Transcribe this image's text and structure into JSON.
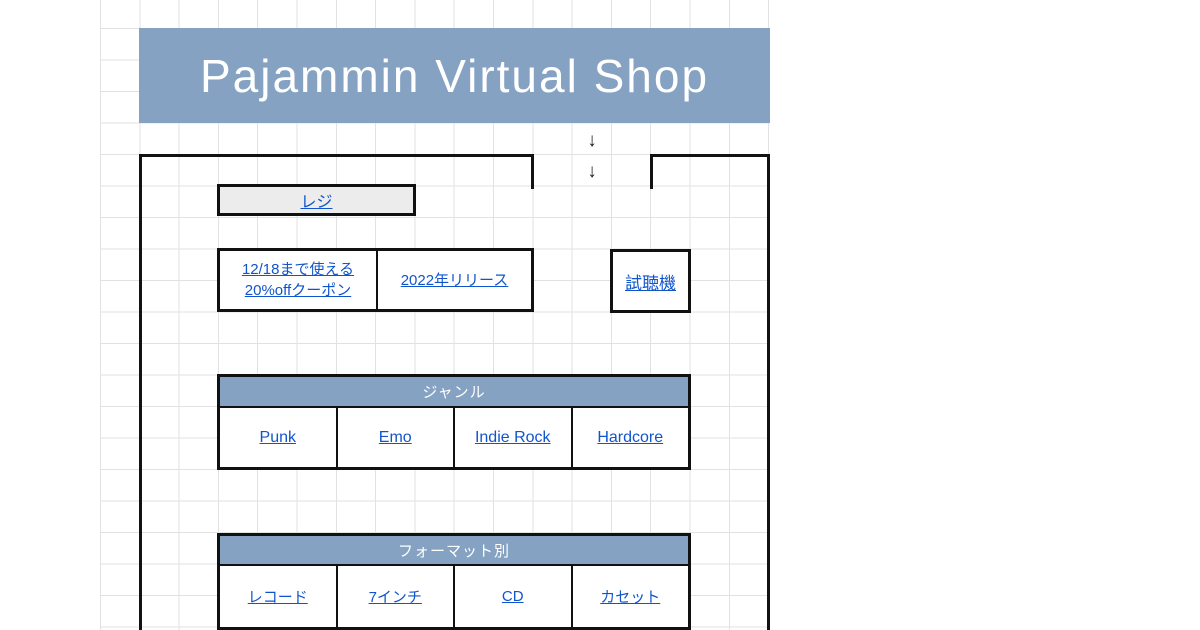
{
  "banner": {
    "title": "Pajammin Virtual Shop"
  },
  "entrance": {
    "arrow_glyph": "↓"
  },
  "register": {
    "label": "レジ"
  },
  "promo": {
    "coupon_line1": "12/18まで使える",
    "coupon_line2": "20%offクーポン",
    "release_label": "2022年リリース"
  },
  "listening_station": {
    "label": "試聴機"
  },
  "genre_table": {
    "header": "ジャンル",
    "items": [
      "Punk",
      "Emo",
      "Indie Rock",
      "Hardcore"
    ]
  },
  "format_table": {
    "header": "フォーマット別",
    "items": [
      "レコード",
      "7インチ",
      "CD",
      "カセット"
    ]
  },
  "colors": {
    "accent": "#85a2c3",
    "link_blue": "#1155cc",
    "wall_black": "#121212",
    "gridline": "#e2e2e2",
    "register_fill": "#ececec"
  }
}
